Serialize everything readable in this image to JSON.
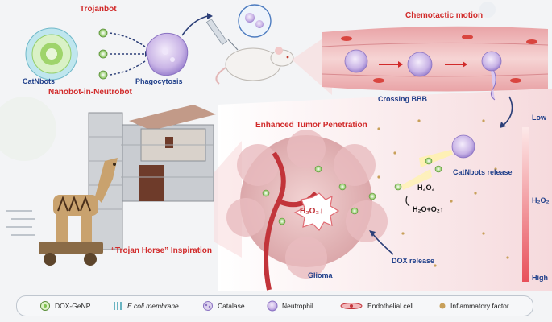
{
  "labels": {
    "trojanbot": "Trojanbot",
    "catnbots": "CatNbots",
    "phagocytosis": "Phagocytosis",
    "nanobot_in_neutrobot": "Nanobot-in-Neutrobot",
    "chemotactic_motion": "Chemotactic motion",
    "crossing_bbb": "Crossing BBB",
    "enhanced_tumor_penetration": "Enhanced Tumor Penetration",
    "catnbots_release": "CatNbots release",
    "h2o2_center": "H₂O₂↓",
    "h2o2_side": "H₂O₂",
    "reaction_products": "H₂O+O₂↑",
    "trojan_horse_inspiration": "“Trojan Horse” Inspiration",
    "dox_release": "DOX release",
    "glioma": "Glioma",
    "scale_low": "Low",
    "scale_mid": "H₂O₂",
    "scale_high": "High"
  },
  "legend": [
    {
      "icon": "dox-genp-icon",
      "label": "DOX-GeNP"
    },
    {
      "icon": "ecoli-membrane-icon",
      "label": "E.coli membrane"
    },
    {
      "icon": "catalase-icon",
      "label": "Catalase"
    },
    {
      "icon": "neutrophil-icon",
      "label": "Neutrophil"
    },
    {
      "icon": "endothelial-cell-icon",
      "label": "Endothelial cell"
    },
    {
      "icon": "inflammatory-factor-icon",
      "label": "Inflammatory factor"
    }
  ],
  "colors": {
    "title_red": "#d12a2a",
    "label_navy": "#1f3f8a",
    "gradient_low": "#fde9e9",
    "gradient_high": "#e8505a"
  }
}
